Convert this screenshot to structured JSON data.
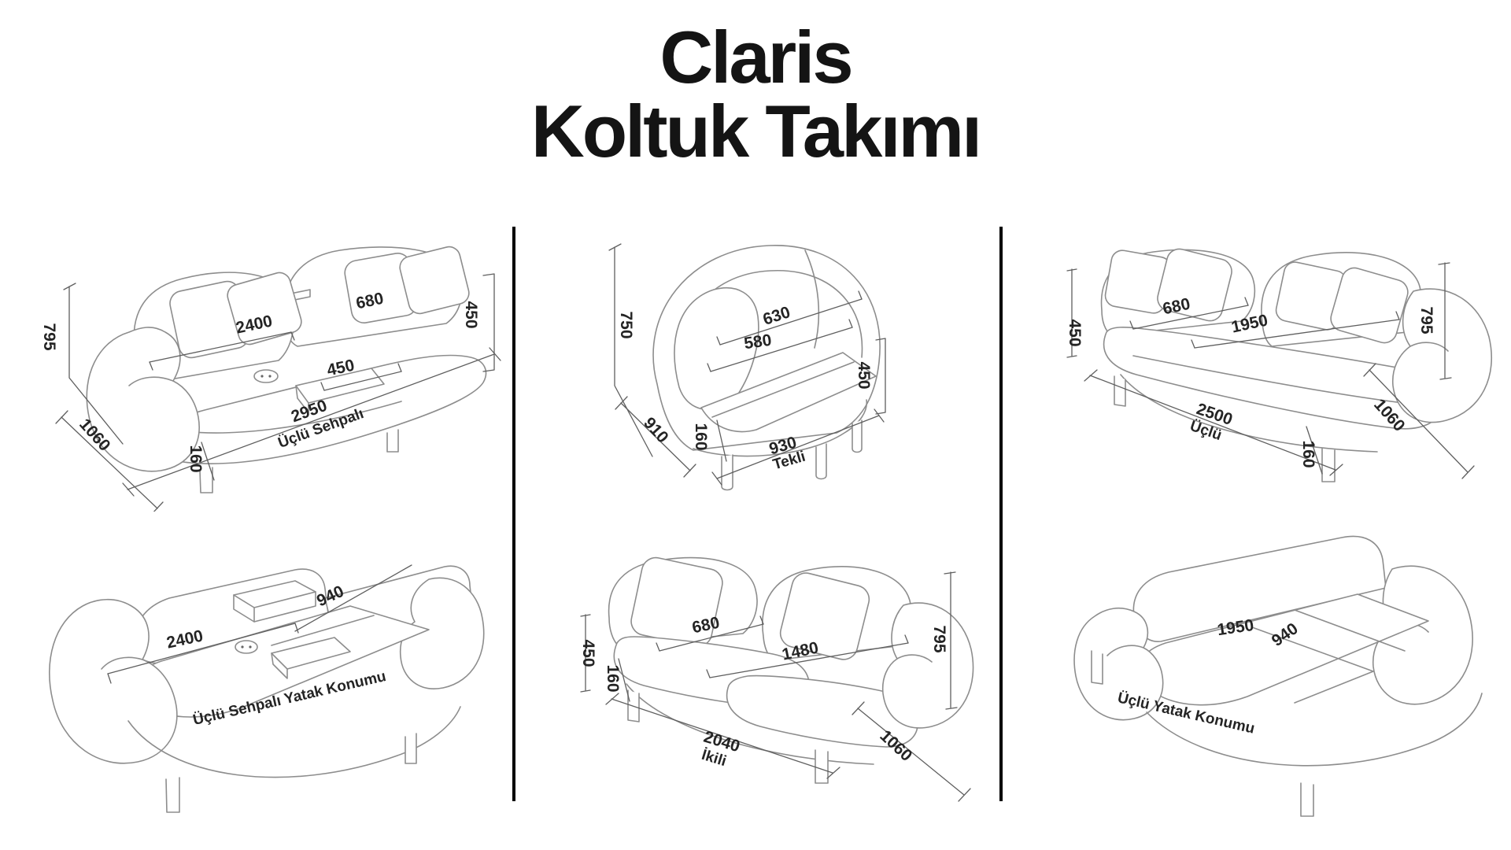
{
  "title": {
    "line1": "Claris",
    "line2": "Koltuk Takımı"
  },
  "diagrams": {
    "uclu_sehpali": {
      "label": "Üçlü Sehpalı",
      "height": "795",
      "depth": "1060",
      "leg": "160",
      "seat_width": "2400",
      "back_width": "680",
      "table_width": "450",
      "arm_height": "450",
      "total_width": "2950"
    },
    "tekli": {
      "label": "Tekli",
      "height": "750",
      "depth": "910",
      "leg": "160",
      "seat_depth": "630",
      "seat_width": "580",
      "arm_height": "450",
      "total_width": "930"
    },
    "uclu": {
      "label": "Üçlü",
      "arm_height": "450",
      "back_width": "680",
      "seat_width": "1950",
      "height": "795",
      "total_width": "2500",
      "depth": "1060",
      "leg": "160"
    },
    "uclu_sehpali_yatak": {
      "label": "Üçlü Sehpalı Yatak Konumu",
      "seat_width": "2400",
      "bed_width": "940"
    },
    "ikili": {
      "label": "İkili",
      "arm_height": "450",
      "leg": "160",
      "back_width": "680",
      "seat_width": "1480",
      "height": "795",
      "total_width": "2040",
      "depth": "1060"
    },
    "uclu_yatak": {
      "label": "Üçlü Yatak Konumu",
      "seat_width": "1950",
      "bed_width": "940"
    }
  }
}
